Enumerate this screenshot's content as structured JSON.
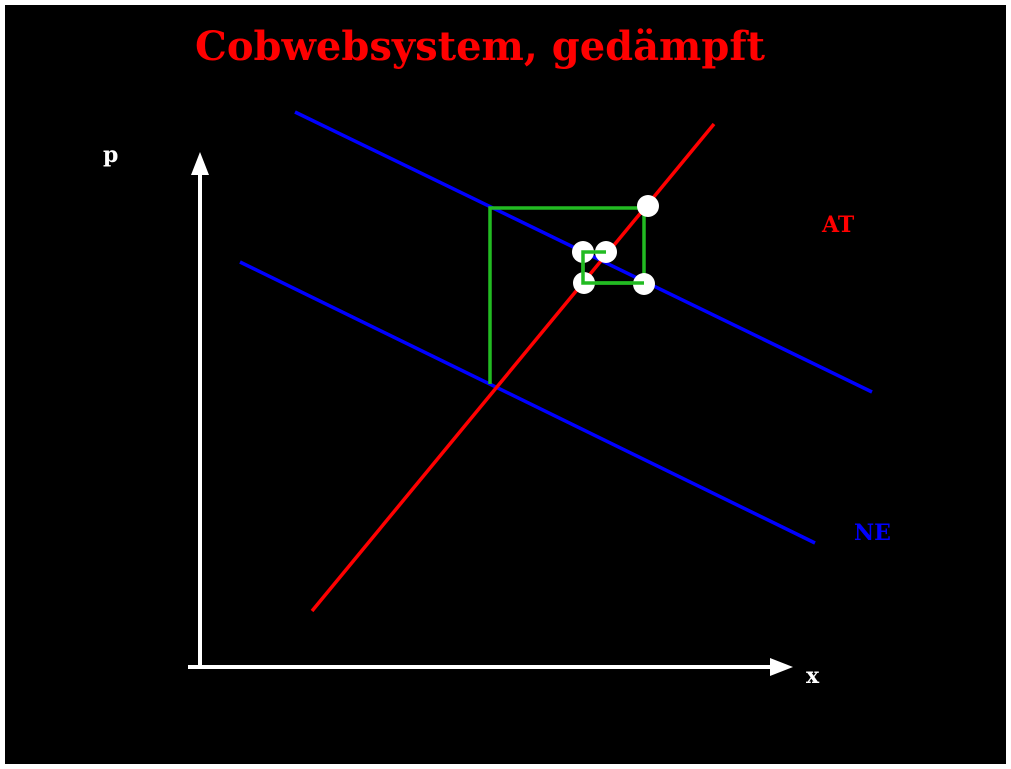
{
  "title": "Cobwebsystem, gedämpft",
  "axes": {
    "y_label": "p",
    "x_label": "x"
  },
  "curves": {
    "supply_label": "AT",
    "demand_label": "NE"
  },
  "colors": {
    "background": "#000000",
    "title": "#ff0000",
    "axes": "#ffffff",
    "supply": "#ff0000",
    "demand": "#0000ff",
    "cobweb": "#22bb22",
    "markers": "#ffffff"
  }
}
